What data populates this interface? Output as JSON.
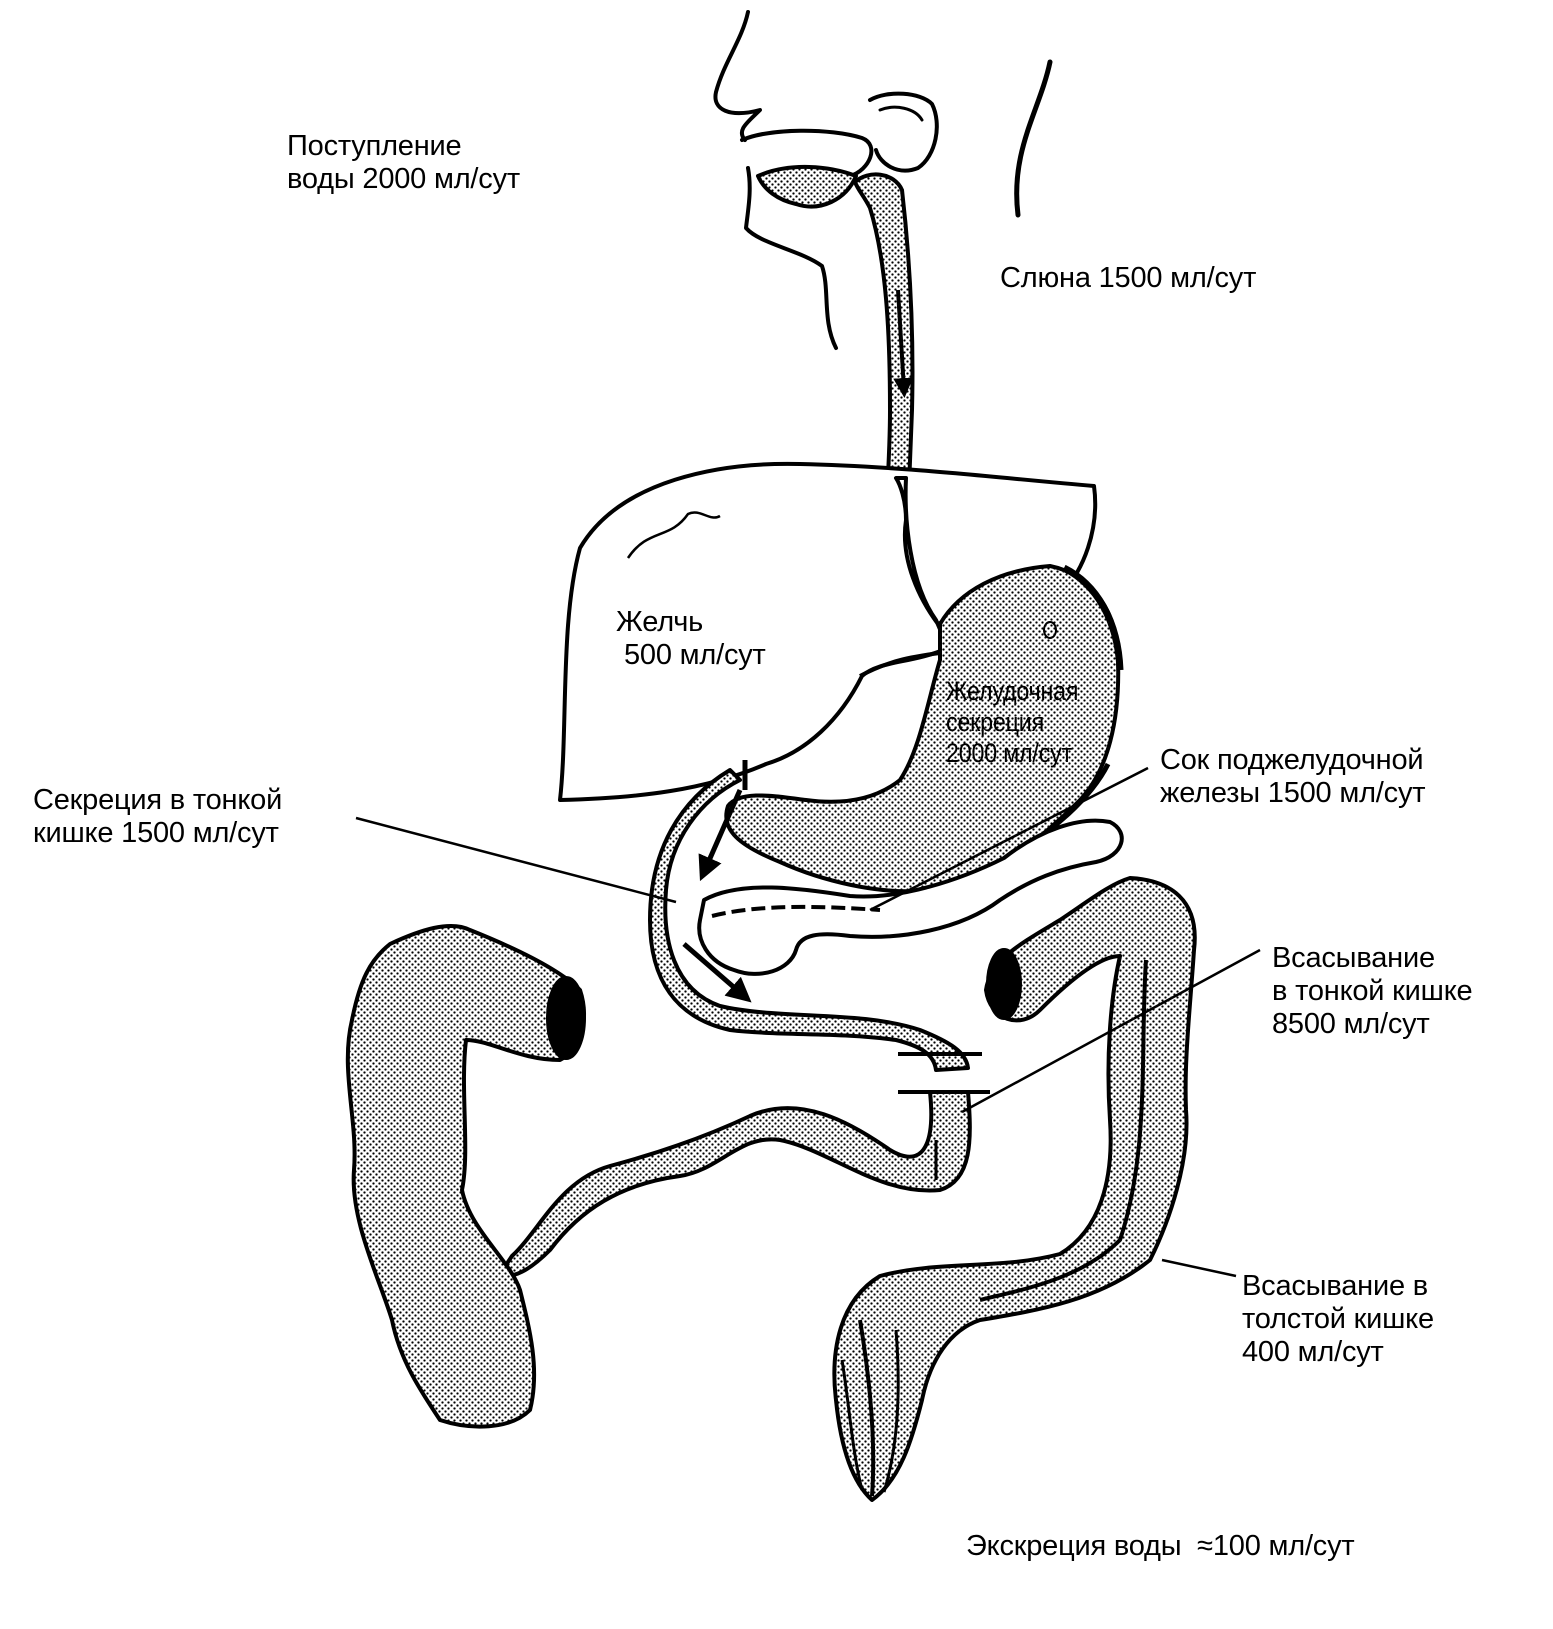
{
  "labels": {
    "intake": {
      "line1": "Поступление",
      "line2": "воды 2000 мл/сут"
    },
    "saliva": "Слюна 1500 мл/сут",
    "bile": {
      "line1": "Желчь",
      "line2": "500 мл/сут"
    },
    "gastric": {
      "line1": "Желудочная",
      "line2": "секреция",
      "line3": "2000 мл/сут"
    },
    "pancreatic": {
      "line1": "Сок поджелудочной",
      "line2": "железы 1500 мл/сут"
    },
    "small_secretion": {
      "line1": "Секреция в тонкой",
      "line2": "кишке 1500 мл/сут"
    },
    "small_absorption": {
      "line1": "Всасывание",
      "line2": "в тонкой кишке",
      "line3": "8500 мл/сут"
    },
    "large_absorption": {
      "line1": "Всасывание в",
      "line2": "толстой кишке",
      "line3": "400 мл/сут"
    },
    "excretion": "Экскреция воды  ≈100 мл/сут"
  },
  "colors": {
    "ink": "#000000",
    "fill": "#d6d6d6",
    "paper": "#ffffff"
  }
}
